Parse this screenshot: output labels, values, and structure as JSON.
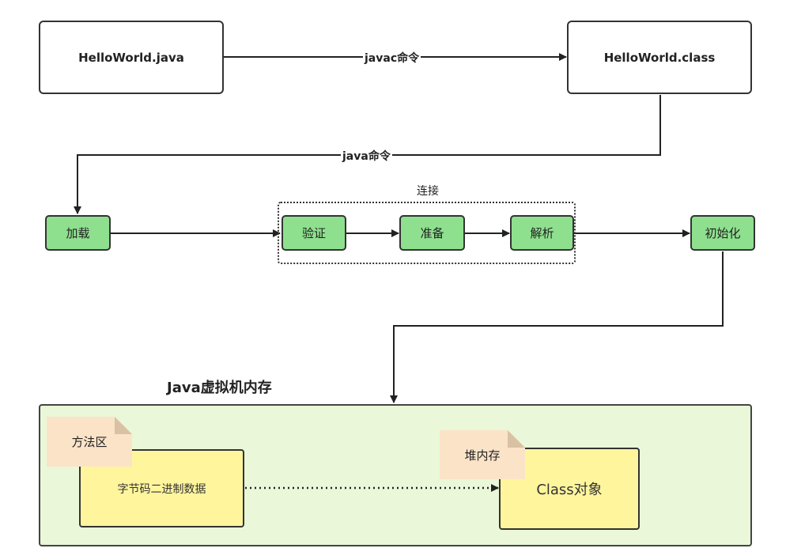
{
  "nodes": {
    "source_file": "HelloWorld.java",
    "class_file": "HelloWorld.class",
    "loading": "加载",
    "verify": "验证",
    "prepare": "准备",
    "resolve": "解析",
    "init": "初始化"
  },
  "edges": {
    "javac": "javac命令",
    "java": "java命令"
  },
  "groups": {
    "linking": "连接",
    "jvm_memory": "Java虚拟机内存"
  },
  "memory": {
    "method_area": "方法区",
    "bytecode": "字节码二进制数据",
    "heap": "堆内存",
    "class_object": "Class对象"
  }
}
